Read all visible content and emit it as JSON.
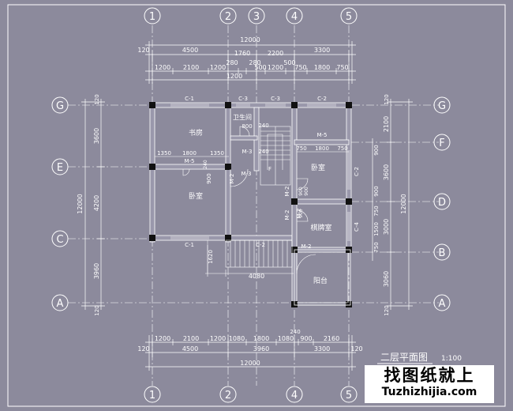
{
  "drawing": {
    "title": "二层平面图",
    "scale": "1:100",
    "grid_axes_vertical": [
      "1",
      "2",
      "3",
      "4",
      "5"
    ],
    "grid_axes_horizontal": [
      "G",
      "F",
      "E",
      "D",
      "C",
      "B",
      "A"
    ],
    "top_dims": {
      "total": "12000",
      "edge": "120",
      "row1": [
        "4500",
        "1760",
        "2200",
        "3300"
      ],
      "row1_marks": [
        "280",
        "280",
        "500"
      ],
      "row2": [
        "1200",
        "2100",
        "1200",
        "1200",
        "500",
        "1200",
        "750",
        "1800",
        "750"
      ]
    },
    "bottom_dims": {
      "total": "12000",
      "edge": "120",
      "row1": [
        "4500",
        "3960",
        "3300"
      ],
      "row2": [
        "1200",
        "2100",
        "1200",
        "1080",
        "1800",
        "1080",
        "900",
        "2160"
      ],
      "mark": "240"
    },
    "left_dims": {
      "total": "12000",
      "edge": "120",
      "segments": [
        "3600",
        "4200",
        "3960"
      ]
    },
    "right_dims": {
      "total": "12000",
      "edge": "120",
      "outer": [
        "2100",
        "3600",
        "3000",
        "3060"
      ],
      "inner": [
        "900",
        "900",
        "750",
        "1500",
        "750"
      ]
    },
    "rooms": [
      "书房",
      "卫生间",
      "卧室",
      "卧室",
      "棋牌室",
      "阳台"
    ],
    "windows": [
      "C-1",
      "C-3",
      "C-3",
      "C-2",
      "C-2",
      "C-4",
      "C-1",
      "C-2"
    ],
    "doors": [
      "M-5",
      "M-5",
      "M-3",
      "M-2",
      "M-2",
      "M-2",
      "M-2",
      "M-2",
      "M-3"
    ],
    "interior_dims": [
      "1350",
      "1800",
      "1350",
      "750",
      "1800",
      "750",
      "800",
      "240",
      "240",
      "900",
      "1620",
      "4080",
      "900",
      "900",
      "900",
      "240"
    ],
    "stair_label": "F"
  },
  "watermark": {
    "cn": "找图纸就上",
    "en": "Tuzhizhijia.com"
  },
  "colors": {
    "background": "#8c8a9c",
    "lines": "#ffffff",
    "watermark_bg": "#ffffff"
  }
}
